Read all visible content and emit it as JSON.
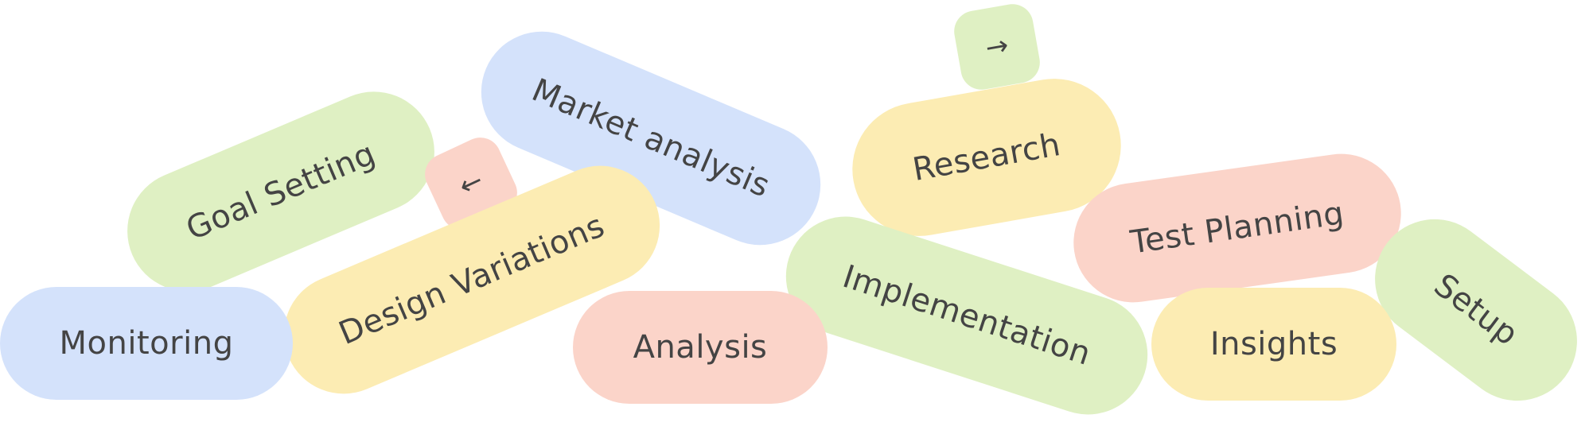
{
  "tags": {
    "market_analysis": "Market analysis",
    "research": "Research",
    "goal_setting": "Goal Setting",
    "test_planning": "Test Planning",
    "design_variations": "Design Variations",
    "implementation": "Implementation",
    "setup": "Setup",
    "monitoring": "Monitoring",
    "analysis": "Analysis",
    "insights": "Insights"
  },
  "icons": {
    "arrow_right": "→",
    "arrow_left": "←"
  },
  "colors": {
    "blue": "#d4e2fb",
    "green": "#dff0c3",
    "yellow": "#fcecb3",
    "pink": "#fbd4c9",
    "text": "#444444"
  }
}
